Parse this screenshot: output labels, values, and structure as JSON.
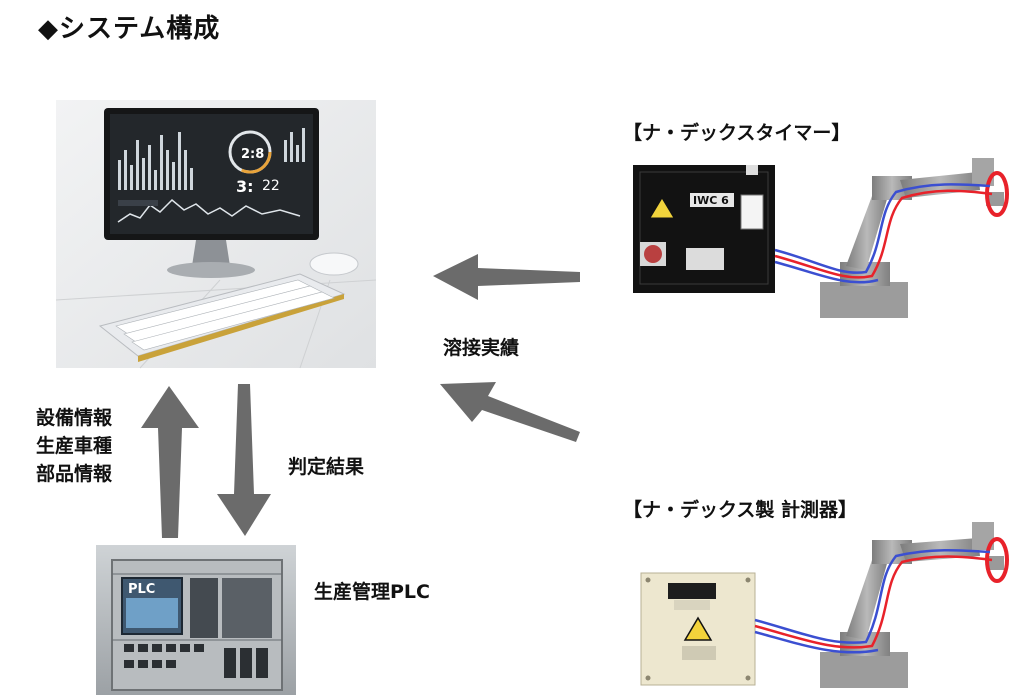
{
  "title": "◆システム構成",
  "labels": {
    "welding_results": "溶接実績",
    "equipment_info": [
      "設備情報",
      "生産車種",
      "部品情報"
    ],
    "judgment_result": "判定結果",
    "production_plc": "生産管理PLC",
    "timer_heading": "【ナ・デックスタイマー】",
    "meter_heading": "【ナ・デックス製 計測器】"
  },
  "images": {
    "timer_badge": "IWC 6",
    "plc_screen": "PLC",
    "monitor_readout_1": "2:8",
    "monitor_readout_2": "3:",
    "monitor_readout_3": "22"
  },
  "colors": {
    "arrow": "#6b6b6b",
    "cable_red": "#e8222a",
    "cable_blue": "#3b4fd1",
    "timer_box": "#111111",
    "meter_box": "#ece6cc",
    "robot": "#9a9a9a"
  }
}
